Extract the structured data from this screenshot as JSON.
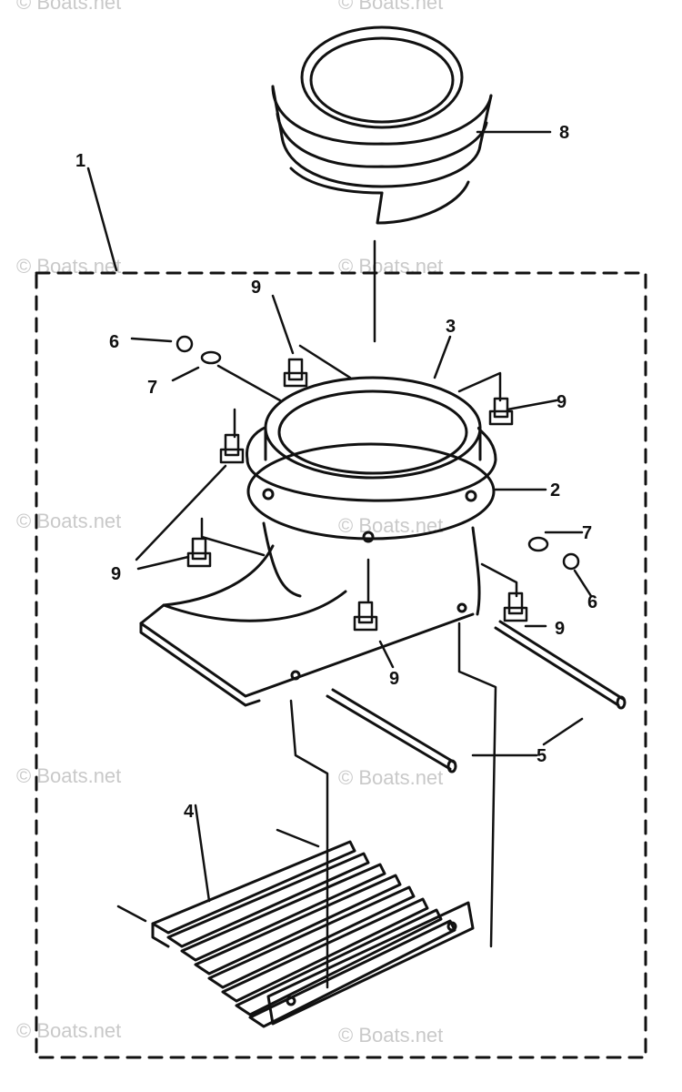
{
  "callouts": {
    "c1": "1",
    "c2": "2",
    "c3": "3",
    "c4": "4",
    "c5": "5",
    "c6a": "6",
    "c6b": "6",
    "c7a": "7",
    "c7b": "7",
    "c8": "8",
    "c9a": "9",
    "c9b": "9",
    "c9c": "9",
    "c9d": "9",
    "c9e": "9"
  },
  "watermark": "© Boats.net",
  "colors": {
    "ink": "#111111",
    "watermark": "#c9c9c9",
    "background": "#ffffff"
  }
}
